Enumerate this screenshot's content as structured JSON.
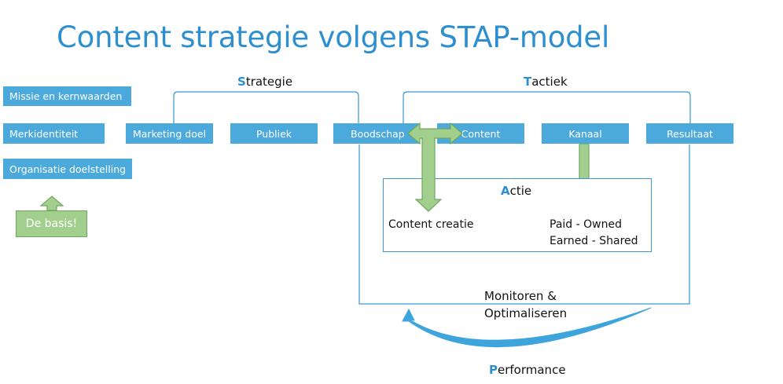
{
  "title": "Content strategie volgens STAP-model",
  "basis": {
    "items": [
      "Missie en kernwaarden",
      "Merkidentiteit",
      "Organisatie doelstelling"
    ],
    "label": "De basis!"
  },
  "strategie": {
    "initial": "S",
    "rest": "trategie",
    "items": [
      "Marketing doel",
      "Publiek",
      "Boodschap"
    ]
  },
  "tactiek": {
    "initial": "T",
    "rest": "actiek",
    "items": [
      "Content",
      "Kanaal",
      "Resultaat"
    ]
  },
  "actie": {
    "initial": "A",
    "rest": "ctie",
    "content_creatie": "Content creatie",
    "paid_owned": "Paid - Owned",
    "earned_shared": "Earned - Shared"
  },
  "monitoren": {
    "line1": "Monitoren &",
    "line2": "Optimaliseren"
  },
  "performance": {
    "initial": "P",
    "rest": "erformance"
  },
  "colors": {
    "box_blue": "#4BA9DC",
    "title_blue": "#2E8FD0",
    "arrow_green": "#A2CF8E",
    "arrow_green_border": "#6FA85C"
  }
}
